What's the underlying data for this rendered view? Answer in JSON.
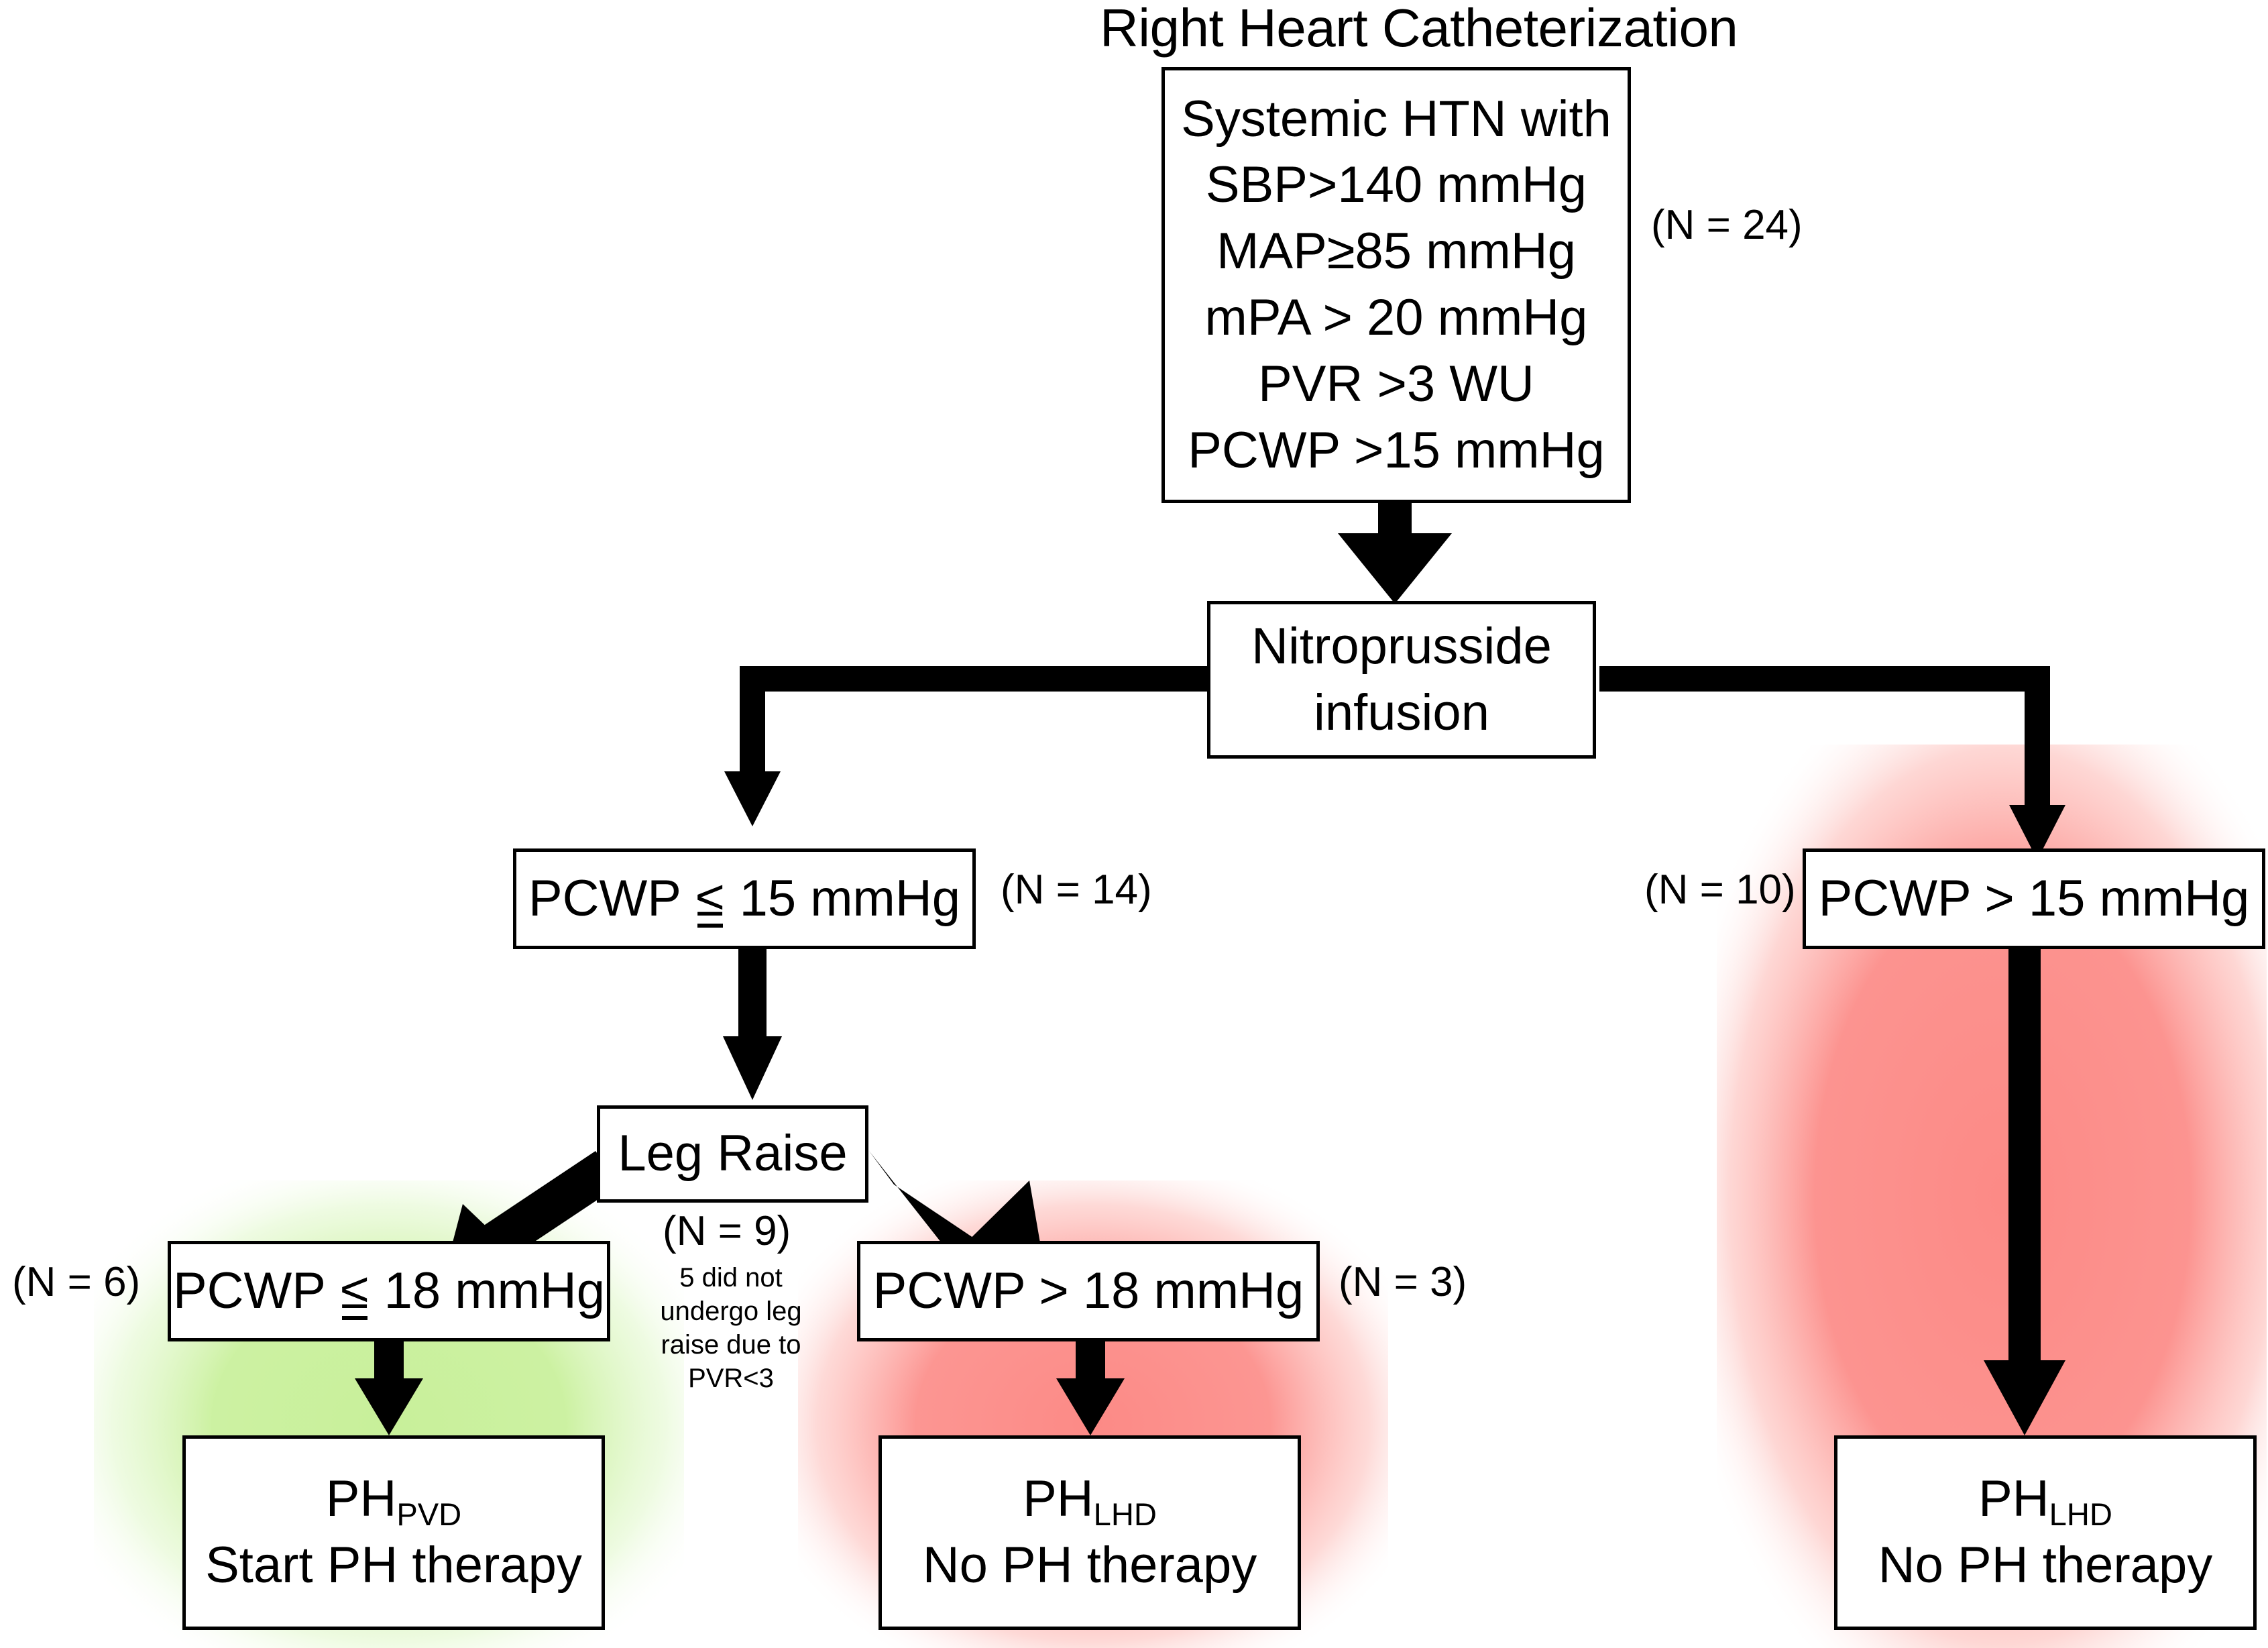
{
  "title": "Right Heart Catheterization",
  "nodes": {
    "criteria": {
      "lines": [
        "Systemic HTN with",
        "SBP>140 mmHg",
        "MAP≥85 mmHg",
        "mPA > 20 mmHg",
        "PVR >3 WU",
        "PCWP >15 mmHg"
      ],
      "n_label": "(N = 24)"
    },
    "nitroprusside": {
      "lines": [
        "Nitroprusside",
        "infusion"
      ]
    },
    "pcwp_le15": {
      "prefix": "PCWP ",
      "op": "≤",
      "suffix": " 15 mmHg",
      "n_label": "(N = 14)"
    },
    "pcwp_gt15": {
      "text": "PCWP > 15 mmHg",
      "n_label": "(N = 10)"
    },
    "leg_raise": {
      "text": "Leg Raise",
      "n_label": "(N = 9)",
      "note": "5 did not undergo leg raise due to PVR<3"
    },
    "pcwp_le18": {
      "prefix": "PCWP ",
      "op": "≤",
      "suffix": " 18 mmHg",
      "n_label": "(N = 6)"
    },
    "pcwp_gt18": {
      "text": "PCWP > 18 mmHg",
      "n_label": "(N = 3)"
    },
    "outcome_pvd": {
      "stem": "PH",
      "subscript": "PVD",
      "action": "Start PH therapy"
    },
    "outcome_lhd_mid": {
      "stem": "PH",
      "subscript": "LHD",
      "action": "No PH therapy"
    },
    "outcome_lhd_right": {
      "stem": "PH",
      "subscript": "LHD",
      "action": "No PH therapy"
    }
  },
  "colors": {
    "green_glow": "#c8f09a",
    "red_glow": "#fc8a86",
    "stroke": "#000000",
    "background": "#ffffff"
  }
}
